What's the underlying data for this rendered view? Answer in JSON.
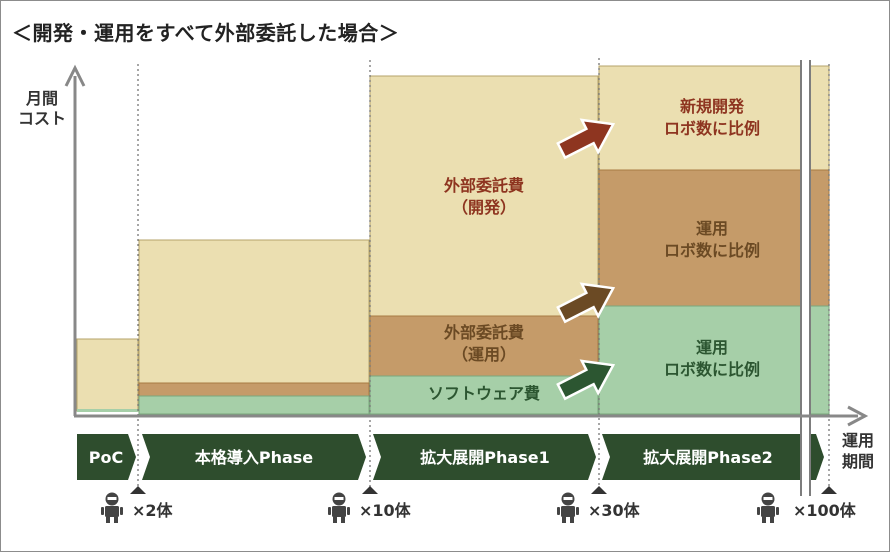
{
  "title": "＜開発・運用をすべて外部委託した場合＞",
  "y_axis_label": [
    "月間",
    "コスト"
  ],
  "x_axis_label": [
    "運用",
    "期間"
  ],
  "labels": {
    "dev_fee": [
      "外部委託費",
      "（開発）"
    ],
    "ops_fee": [
      "外部委託費",
      "（運用）"
    ],
    "software_fee": "ソフトウェア費",
    "new_dev": [
      "新規開発",
      "ロボ数に比例"
    ],
    "ops_prop": [
      "運用",
      "ロボ数に比例"
    ],
    "sw_prop": [
      "運用",
      "ロボ数に比例"
    ]
  },
  "phases": [
    "PoC",
    "本格導入Phase",
    "拡大展開Phase1",
    "拡大展開Phase2"
  ],
  "milestones": [
    "×2体",
    "×10体",
    "×30体",
    "×100体"
  ],
  "colors": {
    "dev": "#ebdfb1",
    "ops": "#c59b69",
    "software": "#a6cfa8",
    "phase_bar": "#2e4d2d",
    "dev_text": "#8e3520",
    "ops_text": "#6b4a24",
    "sw_text": "#2c5631",
    "arrow_red": "#8e3520",
    "arrow_brown": "#6b4a24",
    "arrow_green": "#2c5631"
  }
}
